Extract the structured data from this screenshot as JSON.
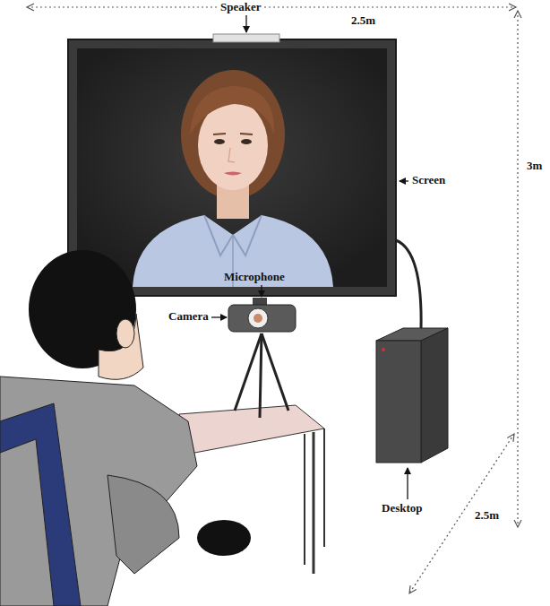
{
  "diagram": {
    "labels": [
      "Speaker",
      "2.5m",
      "Screen",
      "3m",
      "Microphone",
      "Camera",
      "Desktop",
      "2.5m"
    ]
  }
}
